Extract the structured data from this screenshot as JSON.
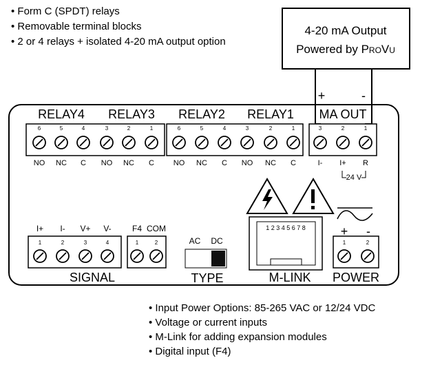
{
  "top_features": [
    "• Form C (SPDT) relays",
    "• Removable terminal blocks",
    "• 2 or 4 relays + isolated 4-20 mA output option"
  ],
  "output_box": {
    "line1": "4-20 mA Output",
    "line2_prefix": "Powered by ",
    "brand_p": "P",
    "brand_ro": "RO",
    "brand_v": "V",
    "brand_u": "U"
  },
  "polarity": {
    "plus": "+",
    "minus": "-"
  },
  "relay_labels": [
    "RELAY4",
    "RELAY3",
    "RELAY2",
    "RELAY1"
  ],
  "ma_out": {
    "title": "MA OUT",
    "terminal_numbers": [
      "3",
      "2",
      "1"
    ],
    "pin_labels": [
      "I-",
      "I+",
      "R"
    ],
    "supply": "24 V"
  },
  "relay_block_left": {
    "terminal_numbers": [
      "6",
      "5",
      "4",
      "3",
      "2",
      "1"
    ],
    "pin_labels": [
      "NO",
      "NC",
      "C",
      "NO",
      "NC",
      "C"
    ]
  },
  "relay_block_right": {
    "terminal_numbers": [
      "6",
      "5",
      "4",
      "3",
      "2",
      "1"
    ],
    "pin_labels": [
      "NO",
      "NC",
      "C",
      "NO",
      "NC",
      "C"
    ]
  },
  "signal": {
    "title": "SIGNAL",
    "pin_labels": [
      "I+",
      "I-",
      "V+",
      "V-"
    ],
    "terminal_numbers": [
      "1",
      "2",
      "3",
      "4"
    ]
  },
  "f4_com": {
    "pin_labels": [
      "F4",
      "COM"
    ],
    "terminal_numbers": [
      "1",
      "2"
    ]
  },
  "type_switch": {
    "title": "TYPE",
    "options": [
      "AC",
      "DC"
    ],
    "selected": "DC"
  },
  "mlink": {
    "title": "M-LINK",
    "pins": "1 2 3 4 5 6 7 8"
  },
  "power": {
    "title": "POWER",
    "polarity": [
      "+",
      "-"
    ],
    "terminal_numbers": [
      "1",
      "2"
    ]
  },
  "warning_symbols": [
    "lightning-warning-icon",
    "exclamation-warning-icon",
    "ac-sine-icon"
  ],
  "bottom_features": [
    "• Input Power Options: 85-265 VAC or 12/24 VDC",
    "• Voltage or current inputs",
    "• M-Link for adding expansion modules",
    "• Digital input (F4)"
  ]
}
